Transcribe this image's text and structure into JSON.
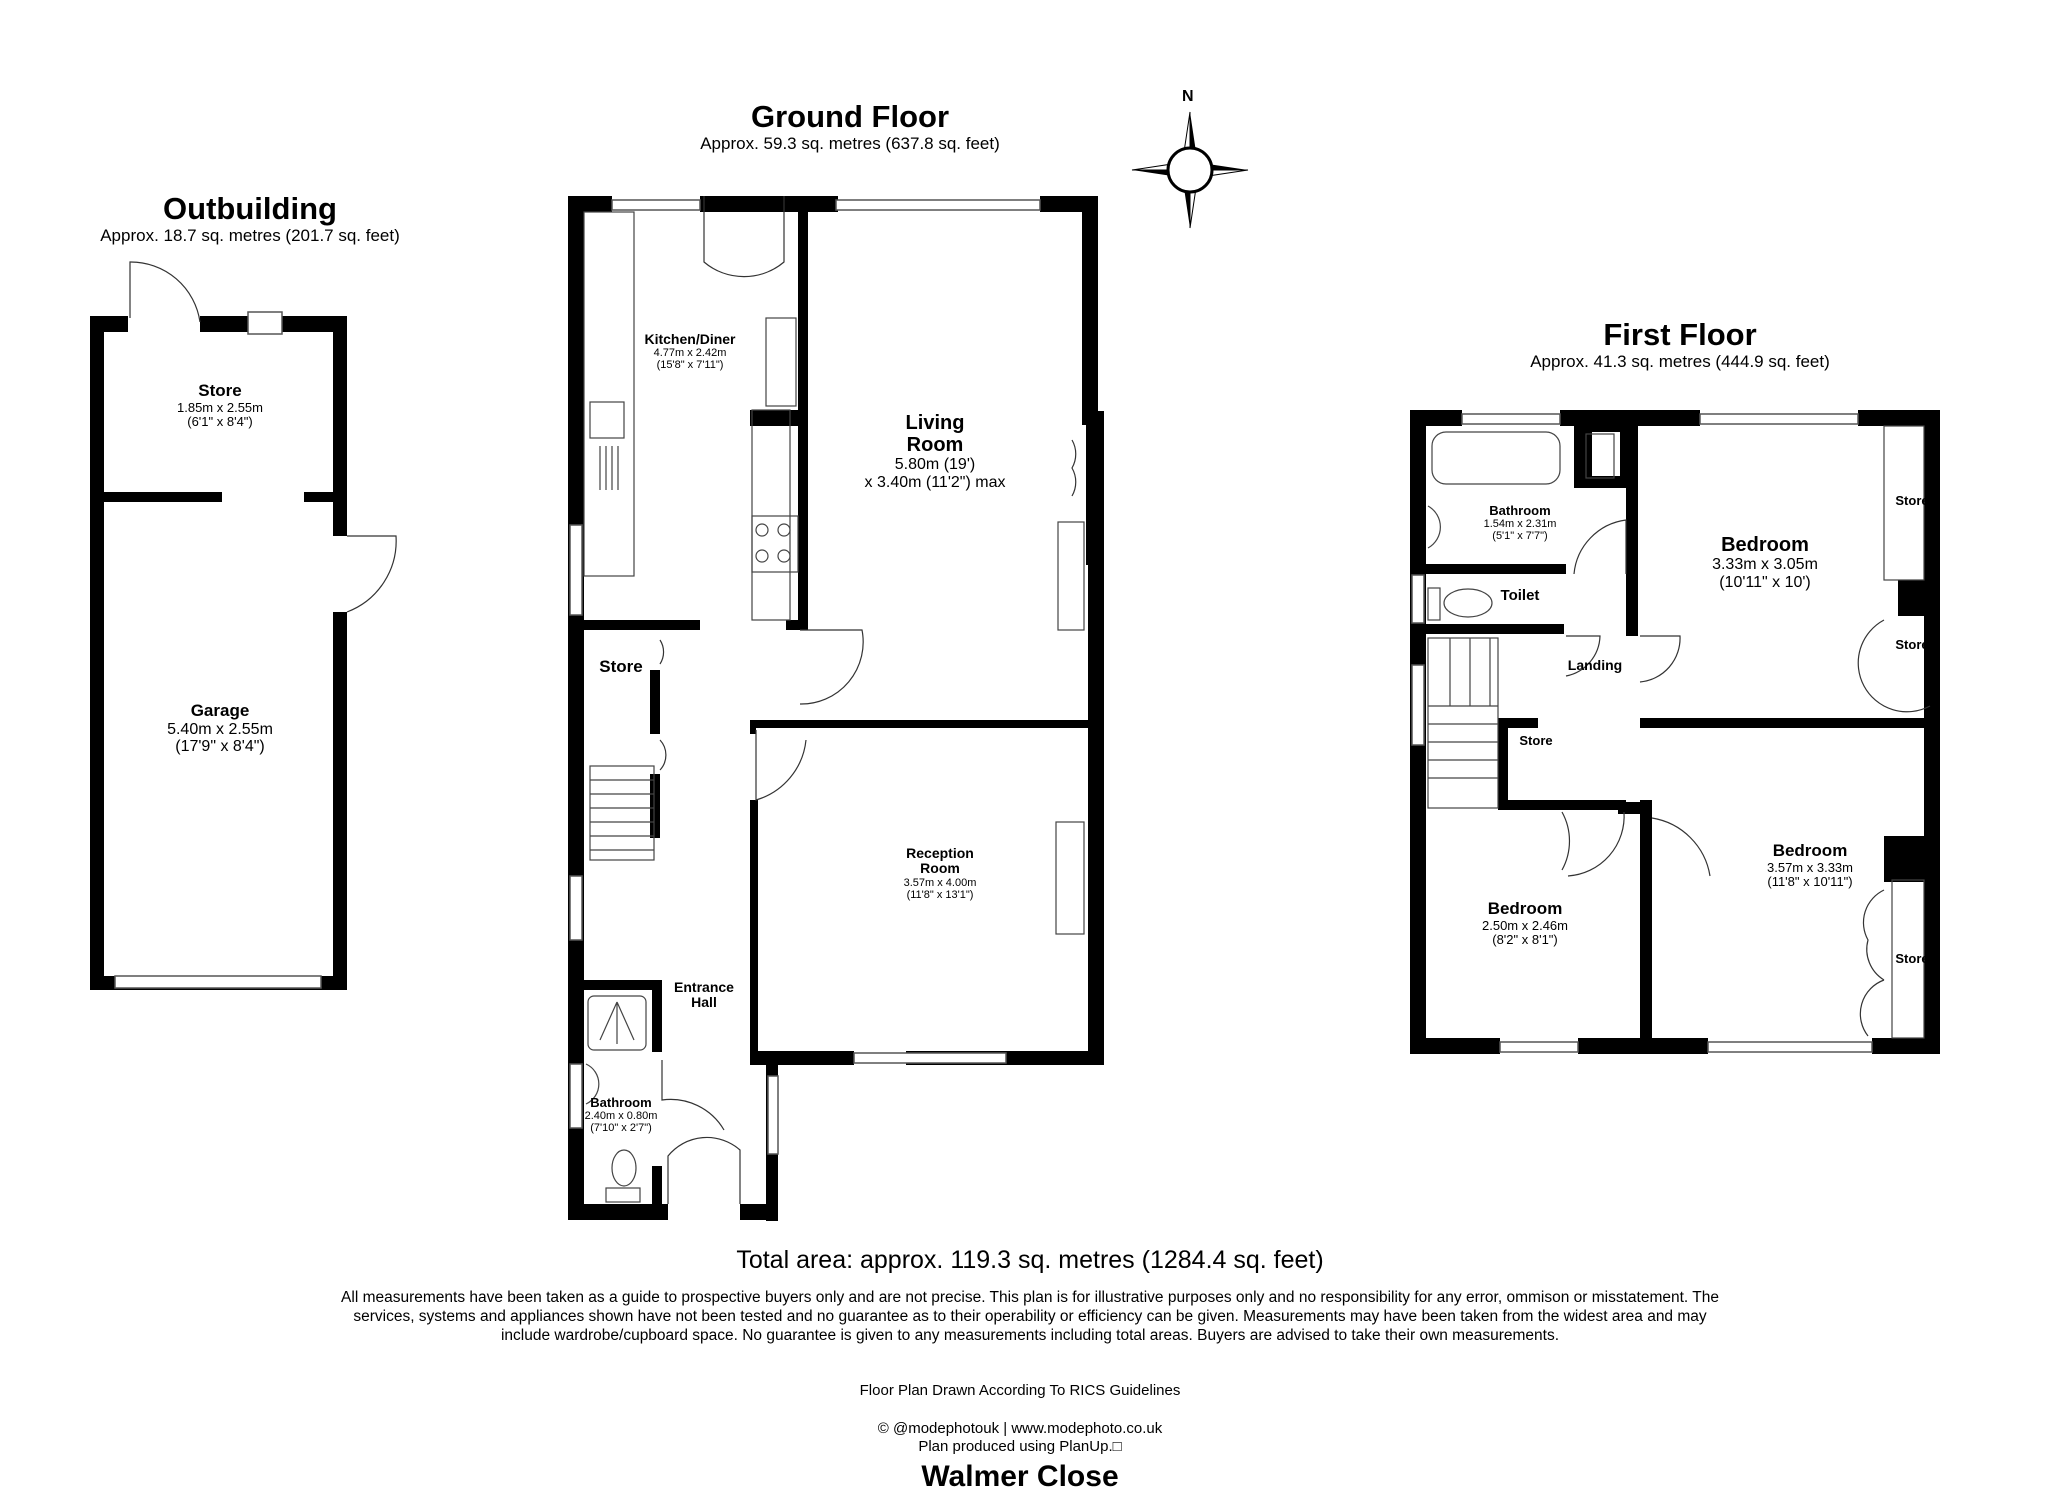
{
  "title": "Walmer Close",
  "compass": {
    "label": "N"
  },
  "outbuilding": {
    "title": "Outbuilding",
    "area": "Approx. 18.7 sq. metres (201.7 sq. feet)",
    "rooms": [
      {
        "name": "Store",
        "dim_m": "1.85m x 2.55m",
        "dim_ft": "(6'1\" x 8'4\")"
      },
      {
        "name": "Garage",
        "dim_m": "5.40m x 2.55m",
        "dim_ft": "(17'9\" x 8'4\")"
      }
    ]
  },
  "ground_floor": {
    "title": "Ground Floor",
    "area": "Approx. 59.3 sq. metres (637.8 sq. feet)",
    "rooms": [
      {
        "name": "Kitchen/Diner",
        "dim_m": "4.77m x 2.42m",
        "dim_ft": "(15'8\" x 7'11\")"
      },
      {
        "name": "Living Room",
        "dim_m": "5.80m (19')",
        "dim_ft": "x 3.40m (11'2\") max"
      },
      {
        "name": "Store",
        "dim_m": "",
        "dim_ft": ""
      },
      {
        "name": "Reception Room",
        "dim_m": "3.57m x 4.00m",
        "dim_ft": "(11'8\" x 13'1\")"
      },
      {
        "name": "Entrance Hall",
        "dim_m": "",
        "dim_ft": ""
      },
      {
        "name": "Bathroom",
        "dim_m": "2.40m x 0.80m",
        "dim_ft": "(7'10\" x 2'7\")"
      }
    ]
  },
  "first_floor": {
    "title": "First Floor",
    "area": "Approx. 41.3 sq. metres (444.9 sq. feet)",
    "rooms": [
      {
        "name": "Bathroom",
        "dim_m": "1.54m x 2.31m",
        "dim_ft": "(5'1\" x 7'7\")"
      },
      {
        "name": "Toilet",
        "dim_m": "",
        "dim_ft": ""
      },
      {
        "name": "Landing",
        "dim_m": "",
        "dim_ft": ""
      },
      {
        "name": "Store",
        "dim_m": "",
        "dim_ft": ""
      },
      {
        "name": "Bedroom",
        "dim_m": "3.33m x 3.05m",
        "dim_ft": "(10'11\" x 10')"
      },
      {
        "name": "Store",
        "dim_m": "",
        "dim_ft": ""
      },
      {
        "name": "Store",
        "dim_m": "",
        "dim_ft": ""
      },
      {
        "name": "Bedroom",
        "dim_m": "2.50m x 2.46m",
        "dim_ft": "(8'2\" x 8'1\")"
      },
      {
        "name": "Bedroom",
        "dim_m": "3.57m x 3.33m",
        "dim_ft": "(11'8\" x 10'11\")"
      },
      {
        "name": "Store",
        "dim_m": "",
        "dim_ft": ""
      }
    ]
  },
  "footer": {
    "total_area": "Total area: approx. 119.3 sq. metres (1284.4 sq. feet)",
    "disclaimer": "All measurements have been taken as a guide to prospective buyers only and are not precise. This plan is for illustrative purposes only and no responsibility for any error, ommison or misstatement. The services, systems and appliances shown have not been tested and no guarantee as to their operability or efficiency can be given. Measurements may have been taken from the widest area and may include wardrobe/cupboard space. No guarantee is given to any measurements including total areas. Buyers are advised to take their own measurements.",
    "rics": "Floor Plan Drawn According To RICS Guidelines",
    "copyright": "© @modephotouk | www.modephoto.co.uk",
    "produced": "Plan produced using PlanUp.□",
    "address": "Walmer Close"
  }
}
